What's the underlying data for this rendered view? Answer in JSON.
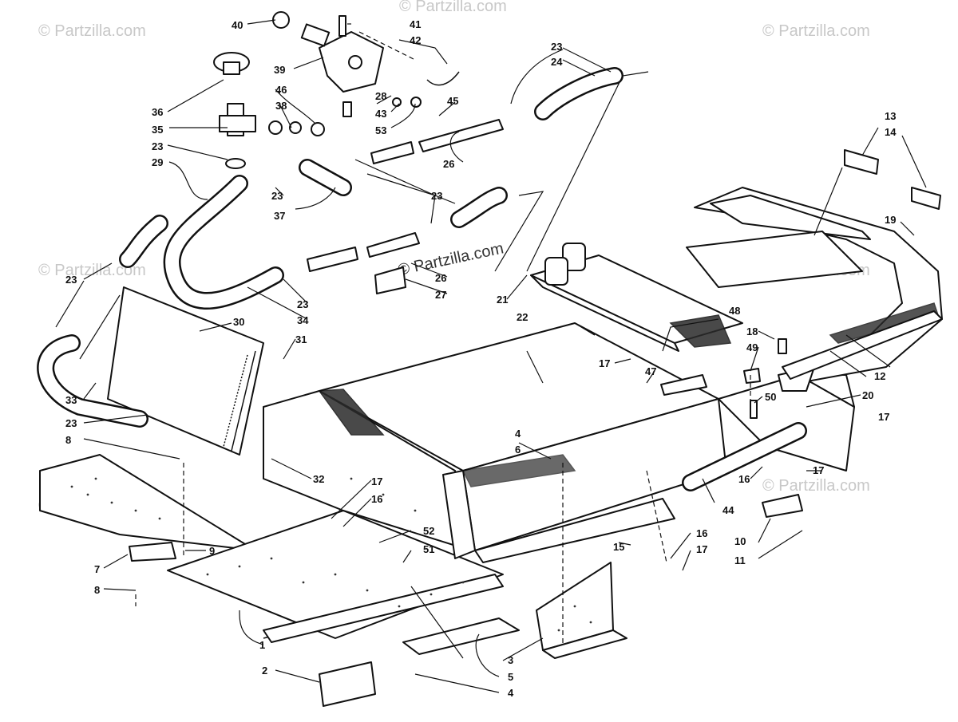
{
  "watermarks": {
    "brand": "© Partzilla.com"
  },
  "callouts": {
    "c1": "1",
    "c2": "2",
    "c3": "3",
    "c4a": "4",
    "c4b": "4",
    "c5": "5",
    "c6": "6",
    "c7": "7",
    "c8a": "8",
    "c8b": "8",
    "c9": "9",
    "c10": "10",
    "c11": "11",
    "c12": "12",
    "c13": "13",
    "c14": "14",
    "c15": "15",
    "c16a": "16",
    "c16b": "16",
    "c16c": "16",
    "c17a": "17",
    "c17b": "17",
    "c17c": "17",
    "c17d": "17",
    "c17e": "17",
    "c18": "18",
    "c19": "19",
    "c20": "20",
    "c21": "21",
    "c22": "22",
    "c23a": "23",
    "c23b": "23",
    "c23c": "23",
    "c23d": "23",
    "c23e": "23",
    "c23f": "23",
    "c23g": "23",
    "c24": "24",
    "c26a": "26",
    "c26b": "26",
    "c27": "27",
    "c28": "28",
    "c29": "29",
    "c30": "30",
    "c31": "31",
    "c32": "32",
    "c33": "33",
    "c34": "34",
    "c35": "35",
    "c36": "36",
    "c37": "37",
    "c38": "38",
    "c39": "39",
    "c40": "40",
    "c41": "41",
    "c42": "42",
    "c43": "43",
    "c44": "44",
    "c45": "45",
    "c46": "46",
    "c47": "47",
    "c48": "48",
    "c49": "49",
    "c50": "50",
    "c51": "51",
    "c52": "52",
    "c53": "53"
  }
}
